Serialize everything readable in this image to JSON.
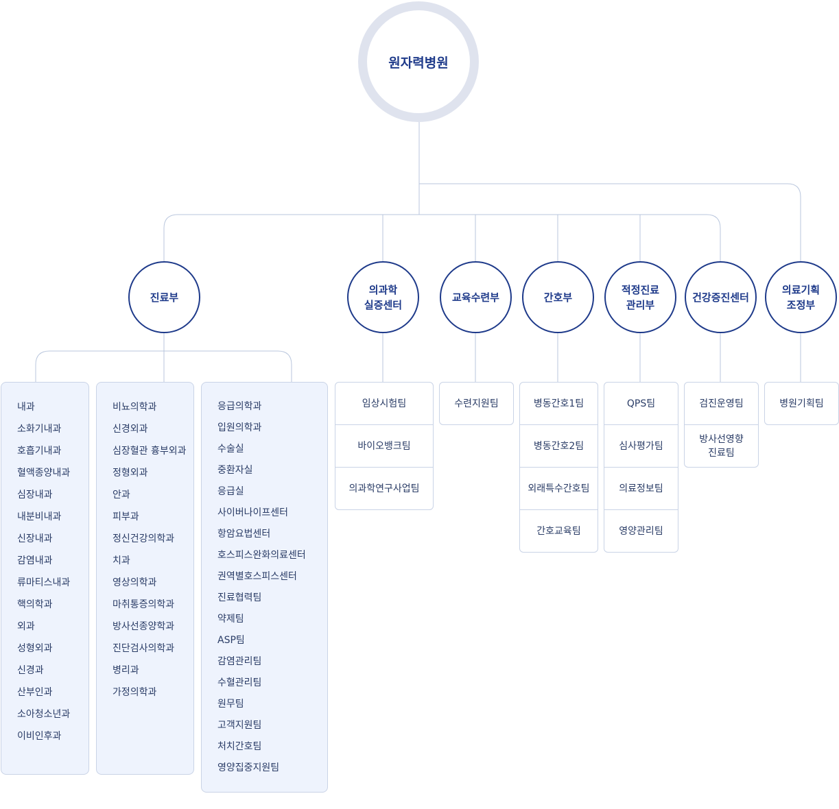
{
  "root": {
    "label": "원자력병원"
  },
  "departments": [
    {
      "id": "clinic",
      "label": "진료부"
    },
    {
      "id": "science",
      "label": "의과학\n실증센터"
    },
    {
      "id": "education",
      "label": "교육수련부"
    },
    {
      "id": "nursing",
      "label": "간호부"
    },
    {
      "id": "quality",
      "label": "적정진료\n관리부"
    },
    {
      "id": "health",
      "label": "건강증진센터"
    },
    {
      "id": "planning",
      "label": "의료기획\n조정부"
    }
  ],
  "clinic_lists": [
    [
      "내과",
      "소화기내과",
      "호흡기내과",
      "혈액종양내과",
      "심장내과",
      "내분비내과",
      "신장내과",
      "감염내과",
      "류마티스내과",
      "핵의학과",
      "외과",
      "성형외과",
      "신경과",
      "산부인과",
      "소아청소년과",
      "이비인후과"
    ],
    [
      "비뇨의학과",
      "신경외과",
      "심장혈관 흉부외과",
      "정형외과",
      "안과",
      "피부과",
      "정신건강의학과",
      "치과",
      "영상의학과",
      "마취통증의학과",
      "방사선종양학과",
      "진단검사의학과",
      "병리과",
      "가정의학과"
    ],
    [
      "응급의학과",
      "입원의학과",
      "수술실",
      "중환자실",
      "응급실",
      "사이버나이프센터",
      "항암요법센터",
      "호스피스완화의료센터",
      "권역별호스피스센터",
      "진료협력팀",
      "약제팀",
      "ASP팀",
      "감염관리팀",
      "수혈관리팀",
      "원무팀",
      "고객지원팀",
      "처치간호팀",
      "영양집중지원팀"
    ]
  ],
  "teams": {
    "science": [
      "임상시험팀",
      "바이오뱅크팀",
      "의과학연구사업팀"
    ],
    "education": [
      "수련지원팀"
    ],
    "nursing": [
      "병동간호1팀",
      "병동간호2팀",
      "외래특수간호팀",
      "간호교육팀"
    ],
    "quality": [
      "QPS팀",
      "심사평가팀",
      "의료정보팀",
      "영양관리팀"
    ],
    "health": [
      "검진운영팀",
      "방사선영향\n진료팀"
    ],
    "planning": [
      "병원기획팀"
    ]
  }
}
